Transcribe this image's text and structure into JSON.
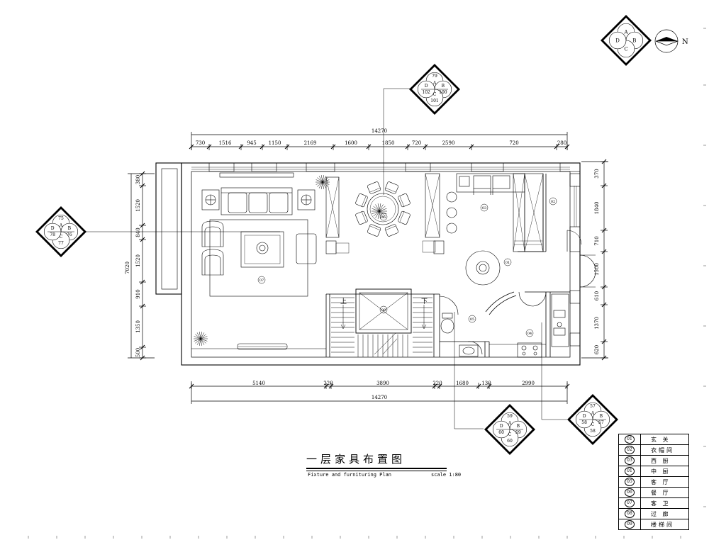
{
  "title": {
    "chinese": "一层家具布置图",
    "english": "Fixture and furnituring Plan",
    "scale": "scale 1:80"
  },
  "compass_label": "N",
  "dimensions": {
    "top_total": "14270",
    "bottom_total": "14270",
    "top_segments": [
      "730",
      "1516",
      "945",
      "1150",
      "2169",
      "1600",
      "1850",
      "720",
      "2590",
      "720",
      "280"
    ],
    "bottom_segments": [
      "5140",
      "220",
      "3890",
      "220",
      "1680",
      "130",
      "2990"
    ],
    "left_total": "7020",
    "left_segments": [
      "380",
      "1520",
      "840",
      "1520",
      "910",
      "1350",
      "500"
    ],
    "right_segments": [
      "370",
      "1840",
      "710",
      "1500",
      "610",
      "1370",
      "620"
    ]
  },
  "room_tags": [
    "01",
    "02",
    "03",
    "04",
    "05",
    "06",
    "07",
    "08",
    "09"
  ],
  "stair_labels": {
    "up": "上",
    "down": "下"
  },
  "elevation_markers": {
    "top": [
      "A",
      "79",
      "B",
      "100",
      "C",
      "101",
      "D",
      "102"
    ],
    "left": [
      "A",
      "75",
      "B",
      "76",
      "C",
      "77",
      "D",
      "78"
    ],
    "bottom_mid": [
      "A",
      "59",
      "B",
      "59",
      "C",
      "60",
      "D",
      "60"
    ],
    "bottom_right": [
      "A",
      "57",
      "B",
      "57",
      "C",
      "58",
      "D",
      "58"
    ],
    "compass_mark": [
      "A",
      "B",
      "C",
      "D"
    ]
  },
  "legend": [
    {
      "num": "01",
      "name": "玄 关"
    },
    {
      "num": "02",
      "name": "衣帽间"
    },
    {
      "num": "03",
      "name": "西 厨"
    },
    {
      "num": "01",
      "name": "中 厨"
    },
    {
      "num": "05",
      "name": "客 厅"
    },
    {
      "num": "06",
      "name": "餐 厅"
    },
    {
      "num": "07",
      "name": "客 卫"
    },
    {
      "num": "08",
      "name": "过 廊"
    },
    {
      "num": "09",
      "name": "楼梯间"
    }
  ]
}
